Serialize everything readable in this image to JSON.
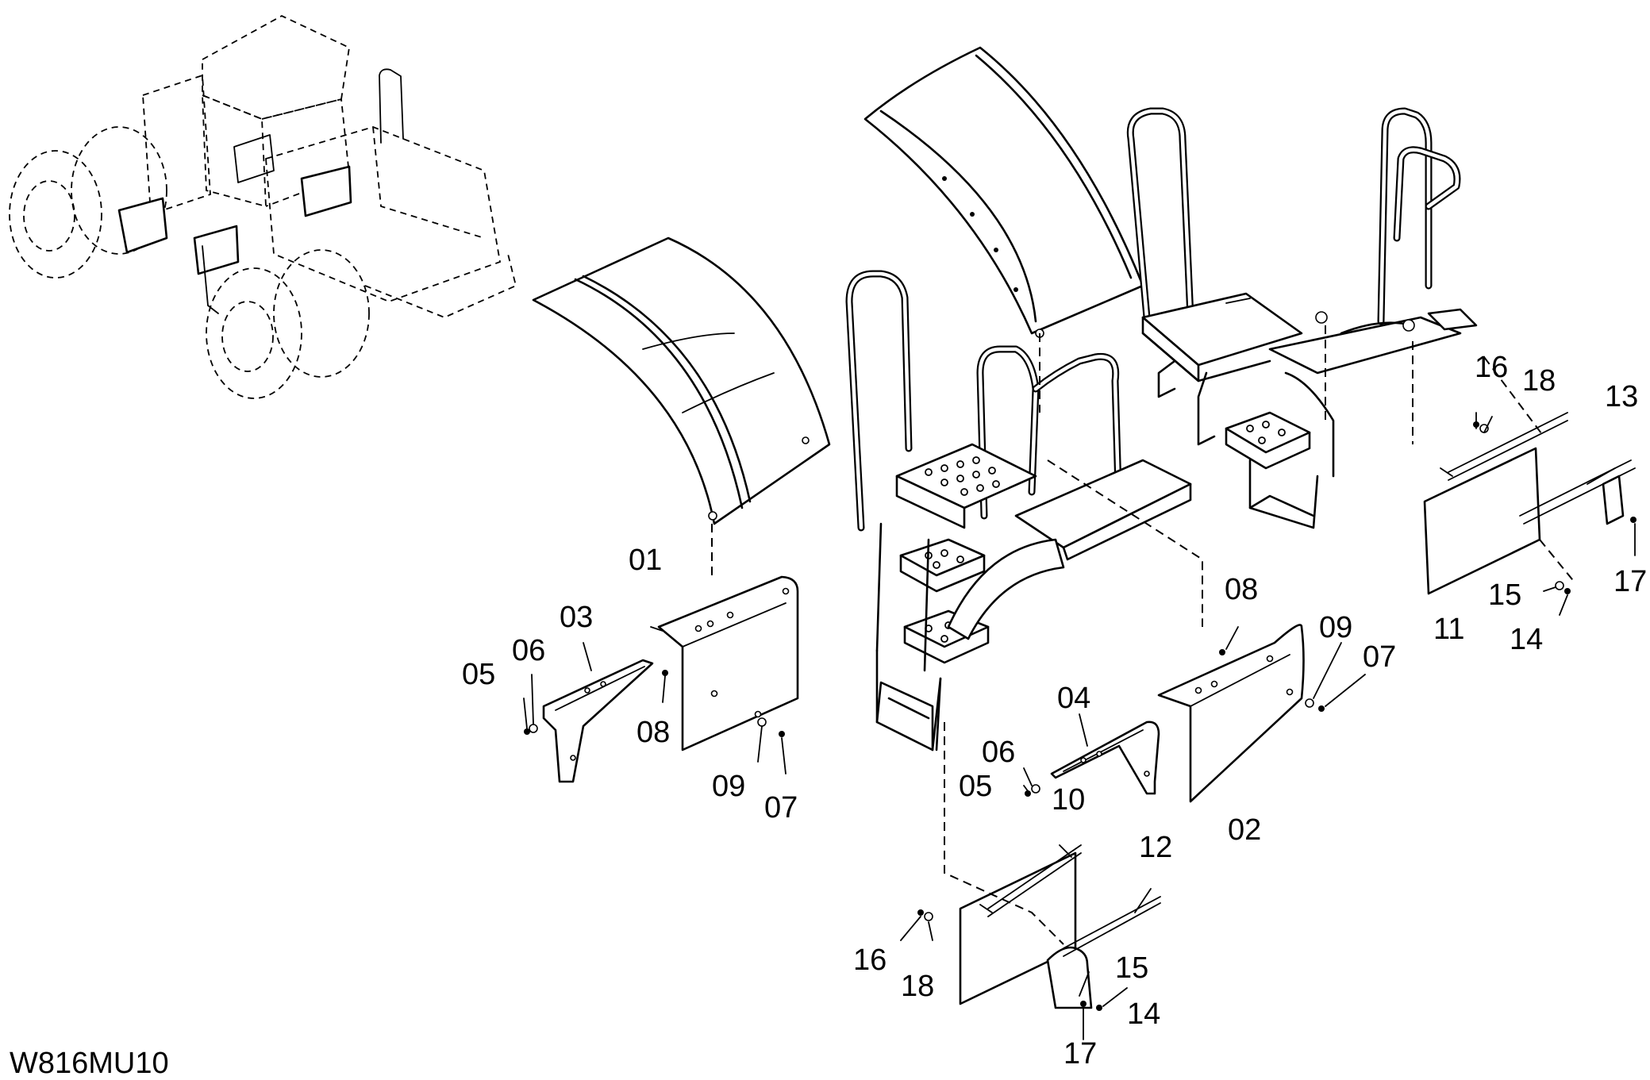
{
  "drawing_code": "W816MU10",
  "callouts": [
    {
      "id": "01",
      "text": "01"
    },
    {
      "id": "02",
      "text": "02"
    },
    {
      "id": "03",
      "text": "03"
    },
    {
      "id": "04",
      "text": "04"
    },
    {
      "id": "05a",
      "text": "05"
    },
    {
      "id": "05b",
      "text": "05"
    },
    {
      "id": "06a",
      "text": "06"
    },
    {
      "id": "06b",
      "text": "06"
    },
    {
      "id": "07a",
      "text": "07"
    },
    {
      "id": "07b",
      "text": "07"
    },
    {
      "id": "08a",
      "text": "08"
    },
    {
      "id": "08b",
      "text": "08"
    },
    {
      "id": "09a",
      "text": "09"
    },
    {
      "id": "09b",
      "text": "09"
    },
    {
      "id": "10",
      "text": "10"
    },
    {
      "id": "11",
      "text": "11"
    },
    {
      "id": "12",
      "text": "12"
    },
    {
      "id": "13",
      "text": "13"
    },
    {
      "id": "14a",
      "text": "14"
    },
    {
      "id": "14b",
      "text": "14"
    },
    {
      "id": "15a",
      "text": "15"
    },
    {
      "id": "15b",
      "text": "15"
    },
    {
      "id": "16a",
      "text": "16"
    },
    {
      "id": "16b",
      "text": "16"
    },
    {
      "id": "17a",
      "text": "17"
    },
    {
      "id": "17b",
      "text": "17"
    },
    {
      "id": "18a",
      "text": "18"
    },
    {
      "id": "18b",
      "text": "18"
    }
  ]
}
